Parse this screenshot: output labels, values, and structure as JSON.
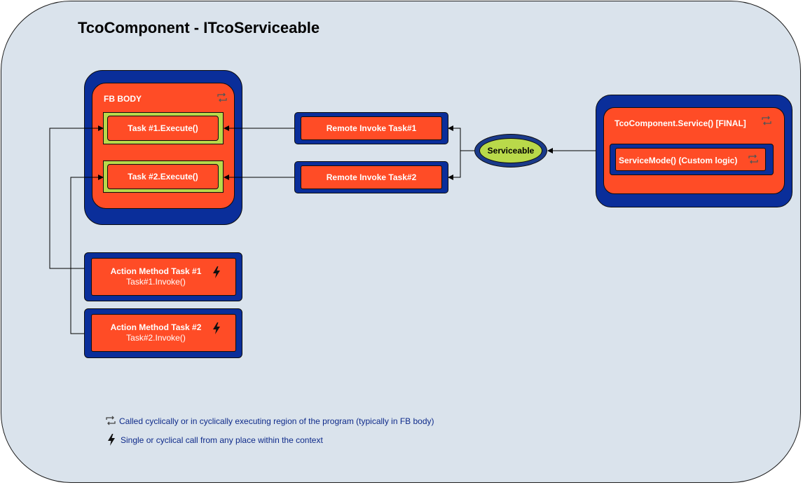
{
  "title": "TcoComponent - ITcoServiceable",
  "fb_body": {
    "label": "FB BODY",
    "task1": "Task #1.Execute()",
    "task2": "Task #2.Execute()"
  },
  "remote": {
    "task1": "Remote Invoke Task#1",
    "task2": "Remote Invoke Task#2"
  },
  "serviceable": "Serviceable",
  "service": {
    "label": "TcoComponent.Service() [FINAL]",
    "mode": "ServiceMode() (Custom logic)"
  },
  "actions": [
    {
      "title": "Action Method Task #1",
      "call": "Task#1.Invoke()"
    },
    {
      "title": "Action Method Task #2",
      "call": "Task#2.Invoke()"
    }
  ],
  "legend": {
    "cyclic": "Called cyclically or in cyclically executing region of the program (typically in FB body)",
    "single": "Single or cyclical call from any place within the context"
  },
  "colors": {
    "background": "#dae3ec",
    "outer_box": "#0a2e9a",
    "inner_box": "#ff4c26",
    "highlight": "#b9d94a",
    "legend_text": "#0e2a8a"
  },
  "icons": {
    "cyclic": "repeat-icon",
    "single": "lightning-bolt-icon"
  }
}
